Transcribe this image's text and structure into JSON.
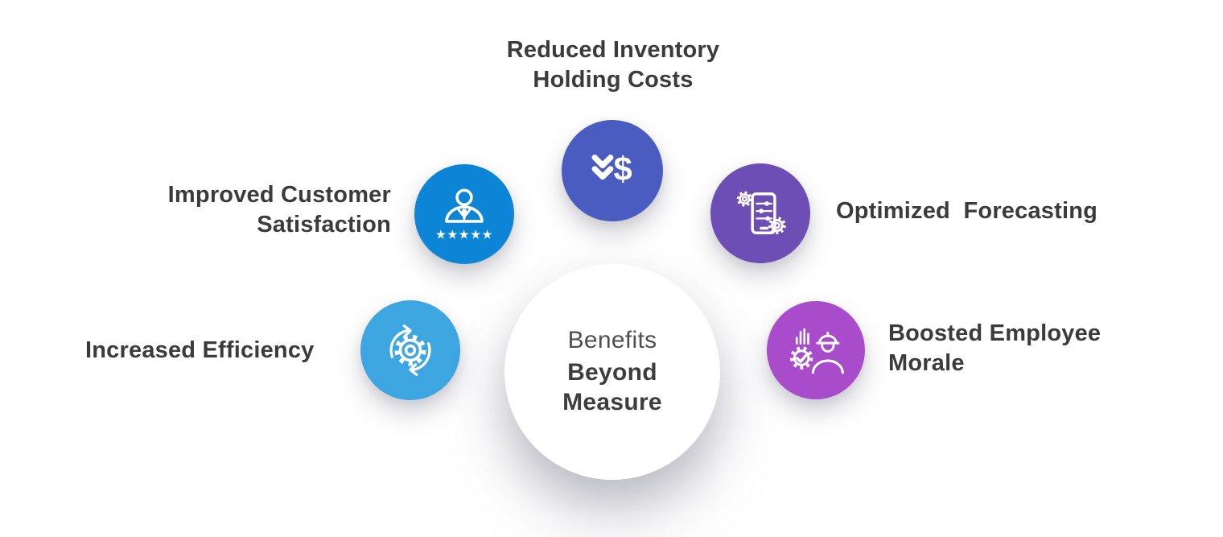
{
  "title": null,
  "center": {
    "line1": "Benefits",
    "line2": "Beyond\nMeasure",
    "background": "#ffffff",
    "text_color": "#3d3d3d"
  },
  "items": [
    {
      "id": "reduced-inventory-holding-costs",
      "label": "Reduced Inventory\nHolding Costs",
      "color": "#4a5cc0",
      "icon": "cost-reduction-icon"
    },
    {
      "id": "improved-customer-satisfaction",
      "label": "Improved Customer\nSatisfaction",
      "color": "#0d85d6",
      "icon": "customer-satisfaction-icon"
    },
    {
      "id": "increased-efficiency",
      "label": "Increased Efficiency",
      "color": "#3da6e0",
      "icon": "efficiency-icon"
    },
    {
      "id": "optimized-forecasting",
      "label": "Optimized  Forecasting",
      "color": "#6d4eb4",
      "icon": "forecasting-icon"
    },
    {
      "id": "boosted-employee-morale",
      "label": "Boosted Employee\nMorale",
      "color": "#a94ccb",
      "icon": "employee-morale-icon"
    }
  ],
  "label_text_color": "#3b3b3b",
  "icon_stroke_color": "#ffffff"
}
